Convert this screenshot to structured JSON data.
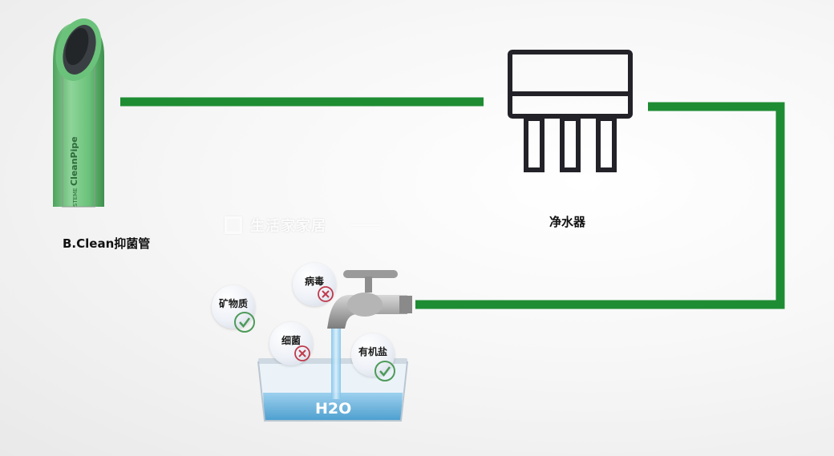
{
  "pipe": {
    "label": "B.Clean抑菌管",
    "print_text": "CleanPipe",
    "print_text_small": "STEME"
  },
  "purifier": {
    "label": "净水器"
  },
  "watermark": {
    "text": "生活家家居"
  },
  "water": {
    "label": "H2O"
  },
  "bubbles": [
    {
      "label": "矿物质",
      "status": "allowed",
      "mark_icon": "check-icon"
    },
    {
      "label": "病毒",
      "status": "removed",
      "mark_icon": "cross-icon"
    },
    {
      "label": "细菌",
      "status": "removed",
      "mark_icon": "cross-icon"
    },
    {
      "label": "有机盐",
      "status": "allowed",
      "mark_icon": "check-icon"
    }
  ],
  "colors": {
    "pipe_line": "#1e8c33",
    "pipe_body": "#6bc27a",
    "purifier_stroke": "#222228",
    "water": "#5fb0dc",
    "check": "#4e9a5a",
    "cross": "#c0394b"
  }
}
